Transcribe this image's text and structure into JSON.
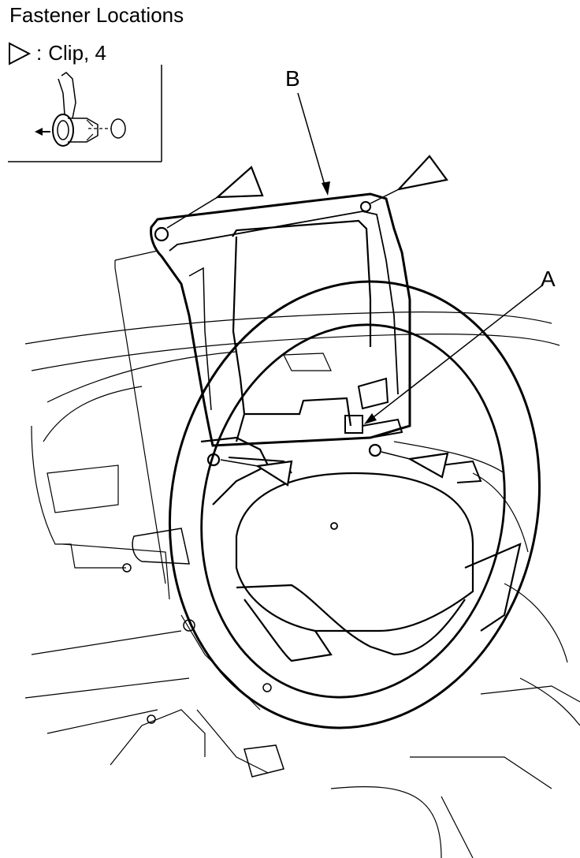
{
  "title": "Fastener Locations",
  "legend": {
    "symbol": "triangle-icon",
    "separator": ":",
    "label": "Clip, 4"
  },
  "callouts": {
    "a": "A",
    "b": "B"
  },
  "colors": {
    "line": "#000000",
    "background": "#ffffff"
  }
}
